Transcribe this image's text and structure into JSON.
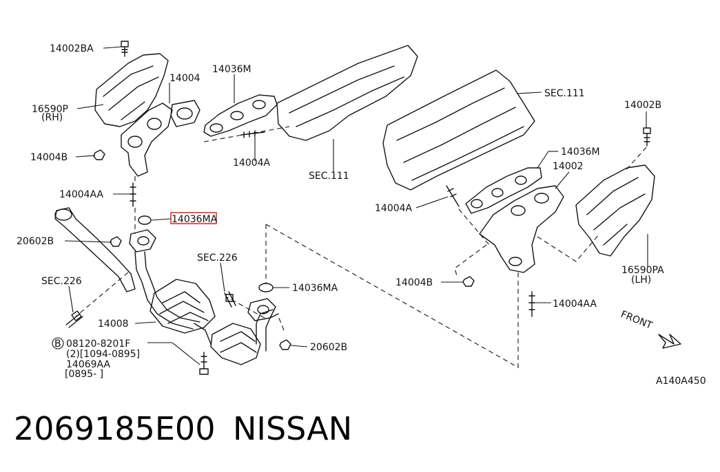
{
  "callouts": {
    "p14002BA": "14002BA",
    "p14004_top": "14004",
    "p14036M_rh": "14036M",
    "p16590P": "16590P",
    "p16590P_side": "(RH)",
    "p14004B_rh": "14004B",
    "p14004A_rh": "14004A",
    "sec111_rh": "SEC.111",
    "p14004AA_rh": "14004AA",
    "p14036MA_hl": "14036MA",
    "p20602B_left": "20602B",
    "sec226_mid": "SEC.226",
    "sec226_left": "SEC.226",
    "p14036MA_mid": "14036MA",
    "p14008": "14008",
    "p20602B_right": "20602B",
    "bolt_circle": "B",
    "bolt_part": "08120-8201F",
    "bolt_qty": "(2)[1094-0895]",
    "p14069AA": "14069AA",
    "p14069AA_range": "[0895-      ]",
    "sec111_lh": "SEC.111",
    "p14002B": "14002B",
    "p14036M_lh": "14036M",
    "p14002": "14002",
    "p14004A_lh": "14004A",
    "p16590PA": "16590PA",
    "p16590PA_side": "(LH)",
    "p14004B_lh": "14004B",
    "p14004AA_lh": "14004AA",
    "front": "FRONT",
    "diagram_id": "A140A450"
  },
  "footer": {
    "part_number": "2069185E00",
    "brand": "NISSAN"
  },
  "colors": {
    "highlight": "#e0302a",
    "ink": "#111111"
  }
}
